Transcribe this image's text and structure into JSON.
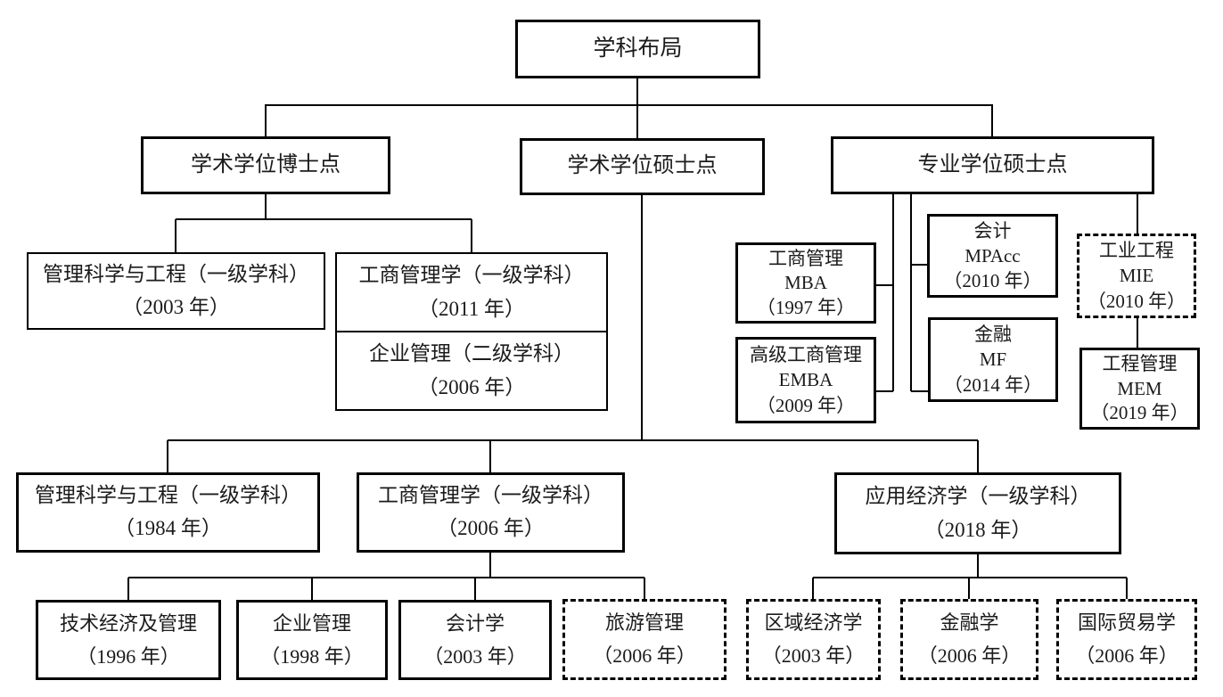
{
  "diagram": {
    "title": "学科布局",
    "border_color": "#000000",
    "background_color": "#ffffff",
    "dashed_meaning": "dashed-border-node"
  },
  "nodes": {
    "root": {
      "label": "学科布局"
    },
    "phd_point": {
      "label": "学术学位博士点"
    },
    "academic_master_point": {
      "label": "学术学位硕士点"
    },
    "professional_master_point": {
      "label": "专业学位硕士点"
    },
    "mse_phd": {
      "line1": "管理科学与工程（一级学科）",
      "line2": "（2003 年）"
    },
    "ba_phd": {
      "line1": "工商管理学（一级学科）",
      "line2": "（2011 年）"
    },
    "em_phd": {
      "line1": "企业管理（二级学科）",
      "line2": "（2006 年）"
    },
    "mba": {
      "line1": "工商管理",
      "line2": "MBA",
      "line3": "（1997 年）"
    },
    "emba": {
      "line1": "高级工商管理",
      "line2": "EMBA",
      "line3": "（2009 年）"
    },
    "mpacc": {
      "line1": "会计",
      "line2": "MPAcc",
      "line3": "（2010 年）"
    },
    "mf": {
      "line1": "金融",
      "line2": "MF",
      "line3": "（2014 年）"
    },
    "mie": {
      "line1": "工业工程",
      "line2": "MIE",
      "line3": "（2010 年）"
    },
    "mem": {
      "line1": "工程管理",
      "line2": "MEM",
      "line3": "（2019 年）"
    },
    "mse_master": {
      "line1": "管理科学与工程（一级学科）",
      "line2": "（1984 年）"
    },
    "ba_master": {
      "line1": "工商管理学（一级学科）",
      "line2": "（2006 年）"
    },
    "ae_master": {
      "line1": "应用经济学（一级学科）",
      "line2": "（2018 年）"
    },
    "tech_econ": {
      "line1": "技术经济及管理",
      "line2": "（1996 年）"
    },
    "enterprise_mgmt": {
      "line1": "企业管理",
      "line2": "（1998 年）"
    },
    "accounting": {
      "line1": "会计学",
      "line2": "（2003 年）"
    },
    "tourism_mgmt": {
      "line1": "旅游管理",
      "line2": "（2006 年）"
    },
    "regional_econ": {
      "line1": "区域经济学",
      "line2": "（2003 年）"
    },
    "finance": {
      "line1": "金融学",
      "line2": "（2006 年）"
    },
    "intl_trade": {
      "line1": "国际贸易学",
      "line2": "（2006 年）"
    }
  }
}
